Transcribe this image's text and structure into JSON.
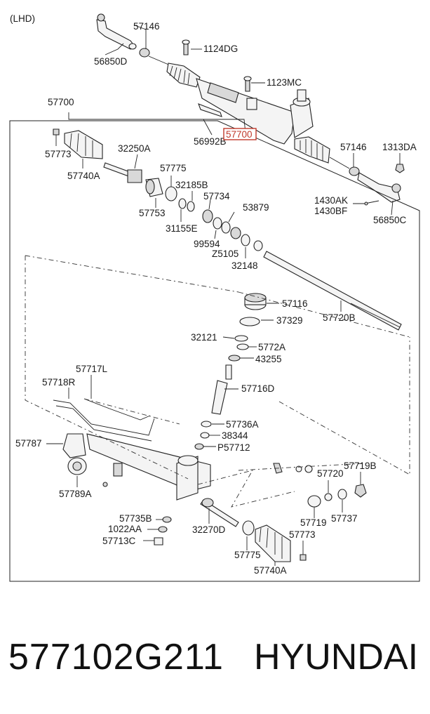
{
  "diagram": {
    "variant_label": "(LHD)",
    "highlight_color": "#c0392b",
    "labels": {
      "p57146a": "57146",
      "p1124DG": "1124DG",
      "p56850D": "56850D",
      "p1123MC": "1123MC",
      "p57700top": "57700",
      "p56992B": "56992B",
      "p57700hl": "57700",
      "p57146b": "57146",
      "p1313DA": "1313DA",
      "p1430AK": "1430AK",
      "p1430BF": "1430BF",
      "p56850C": "56850C",
      "p57773a": "57773",
      "p57740Aa": "57740A",
      "p32250A": "32250A",
      "p57775a": "57775",
      "p32185B": "32185B",
      "p57753": "57753",
      "p31155E": "31155E",
      "p57734": "57734",
      "p53879": "53879",
      "p99594": "99594",
      "pZ5105": "Z5105",
      "p32148": "32148",
      "p57116": "57116",
      "p37329": "37329",
      "p57720B": "57720B",
      "p32121": "32121",
      "p5772A": "5772A",
      "p43255": "43255",
      "p57717L": "57717L",
      "p57718R": "57718R",
      "p57716D": "57716D",
      "p57736A": "57736A",
      "p38344": "38344",
      "pP57712": "P57712",
      "p57787": "57787",
      "p57789A": "57789A",
      "p57720": "57720",
      "p57719B": "57719B",
      "p57719": "57719",
      "p57737": "57737",
      "p57735B": "57735B",
      "p1022AA": "1022AA",
      "p57713C": "57713C",
      "p32270D": "32270D",
      "p57775b": "57775",
      "p57773b": "57773",
      "p57740Ab": "57740A"
    }
  },
  "footer": {
    "part_number": "577102G211",
    "brand": "HYUNDAI"
  }
}
